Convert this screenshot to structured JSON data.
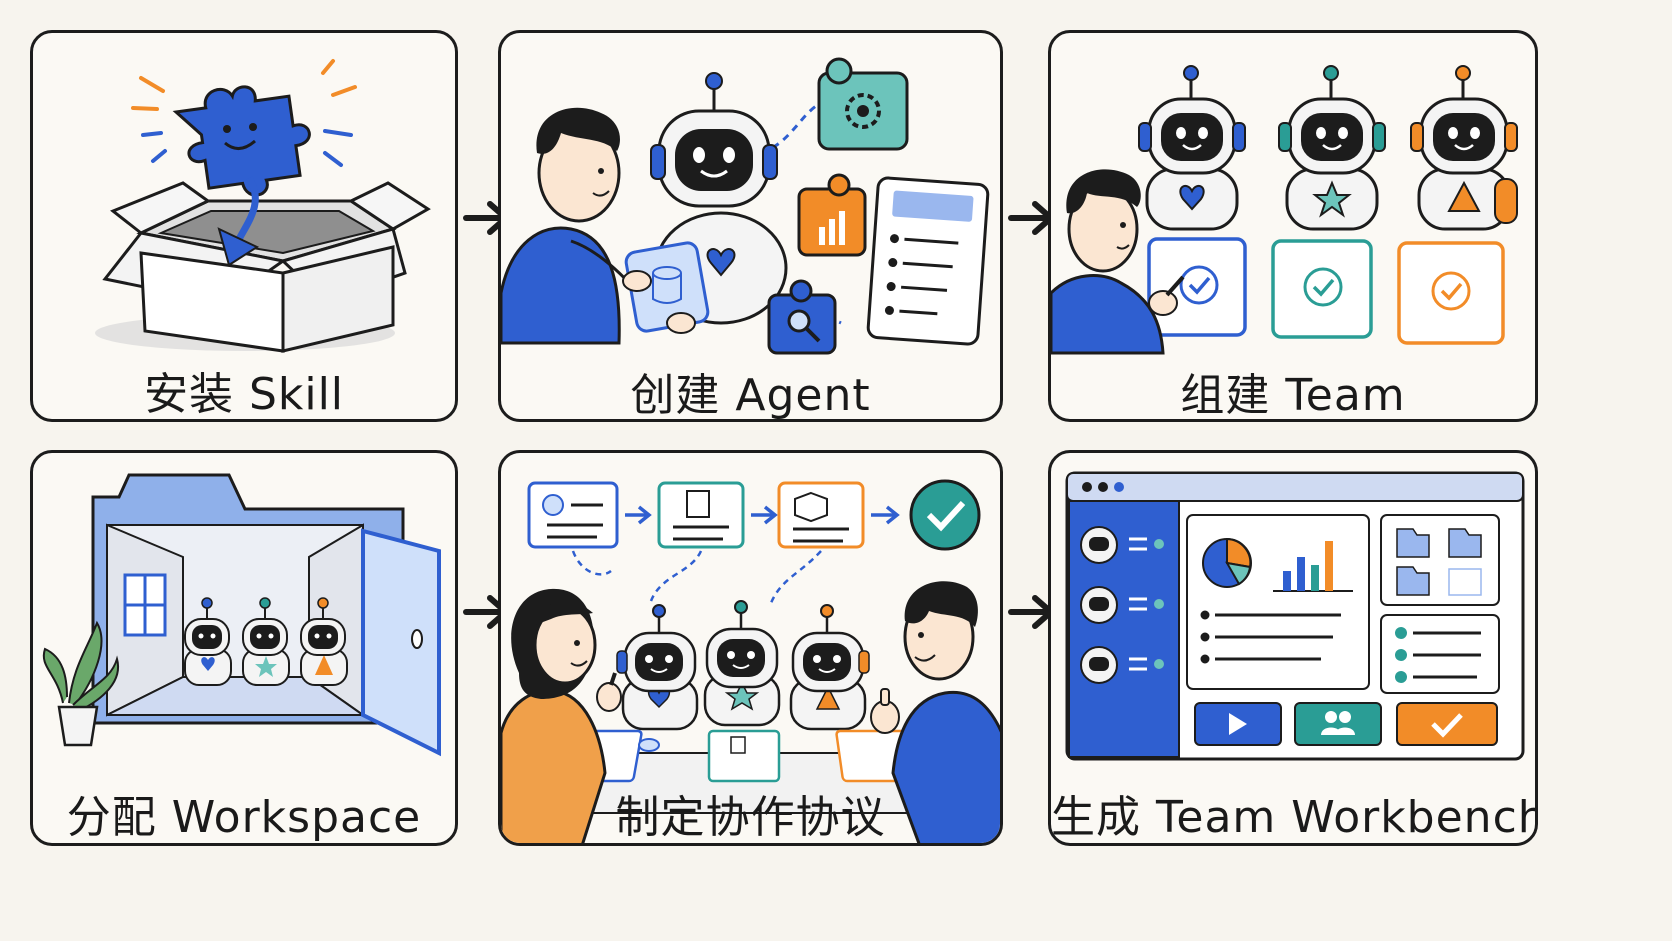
{
  "colors": {
    "blue": "#2f5fd0",
    "teal": "#2a9d95",
    "orange": "#f28c28",
    "ink": "#1c1c1c",
    "paper": "#fbf9f4"
  },
  "steps": [
    {
      "label": "安装 Skill",
      "icon": "puzzle-into-box-icon"
    },
    {
      "label": "创建 Agent",
      "icon": "person-building-robot-icon"
    },
    {
      "label": "组建 Team",
      "icon": "person-selecting-robots-icon"
    },
    {
      "label": "分配 Workspace",
      "icon": "robots-in-folder-room-icon"
    },
    {
      "label": "制定协作协议",
      "icon": "people-and-robots-collaborating-icon"
    },
    {
      "label": "生成 Team Workbench",
      "icon": "dashboard-window-icon"
    }
  ]
}
